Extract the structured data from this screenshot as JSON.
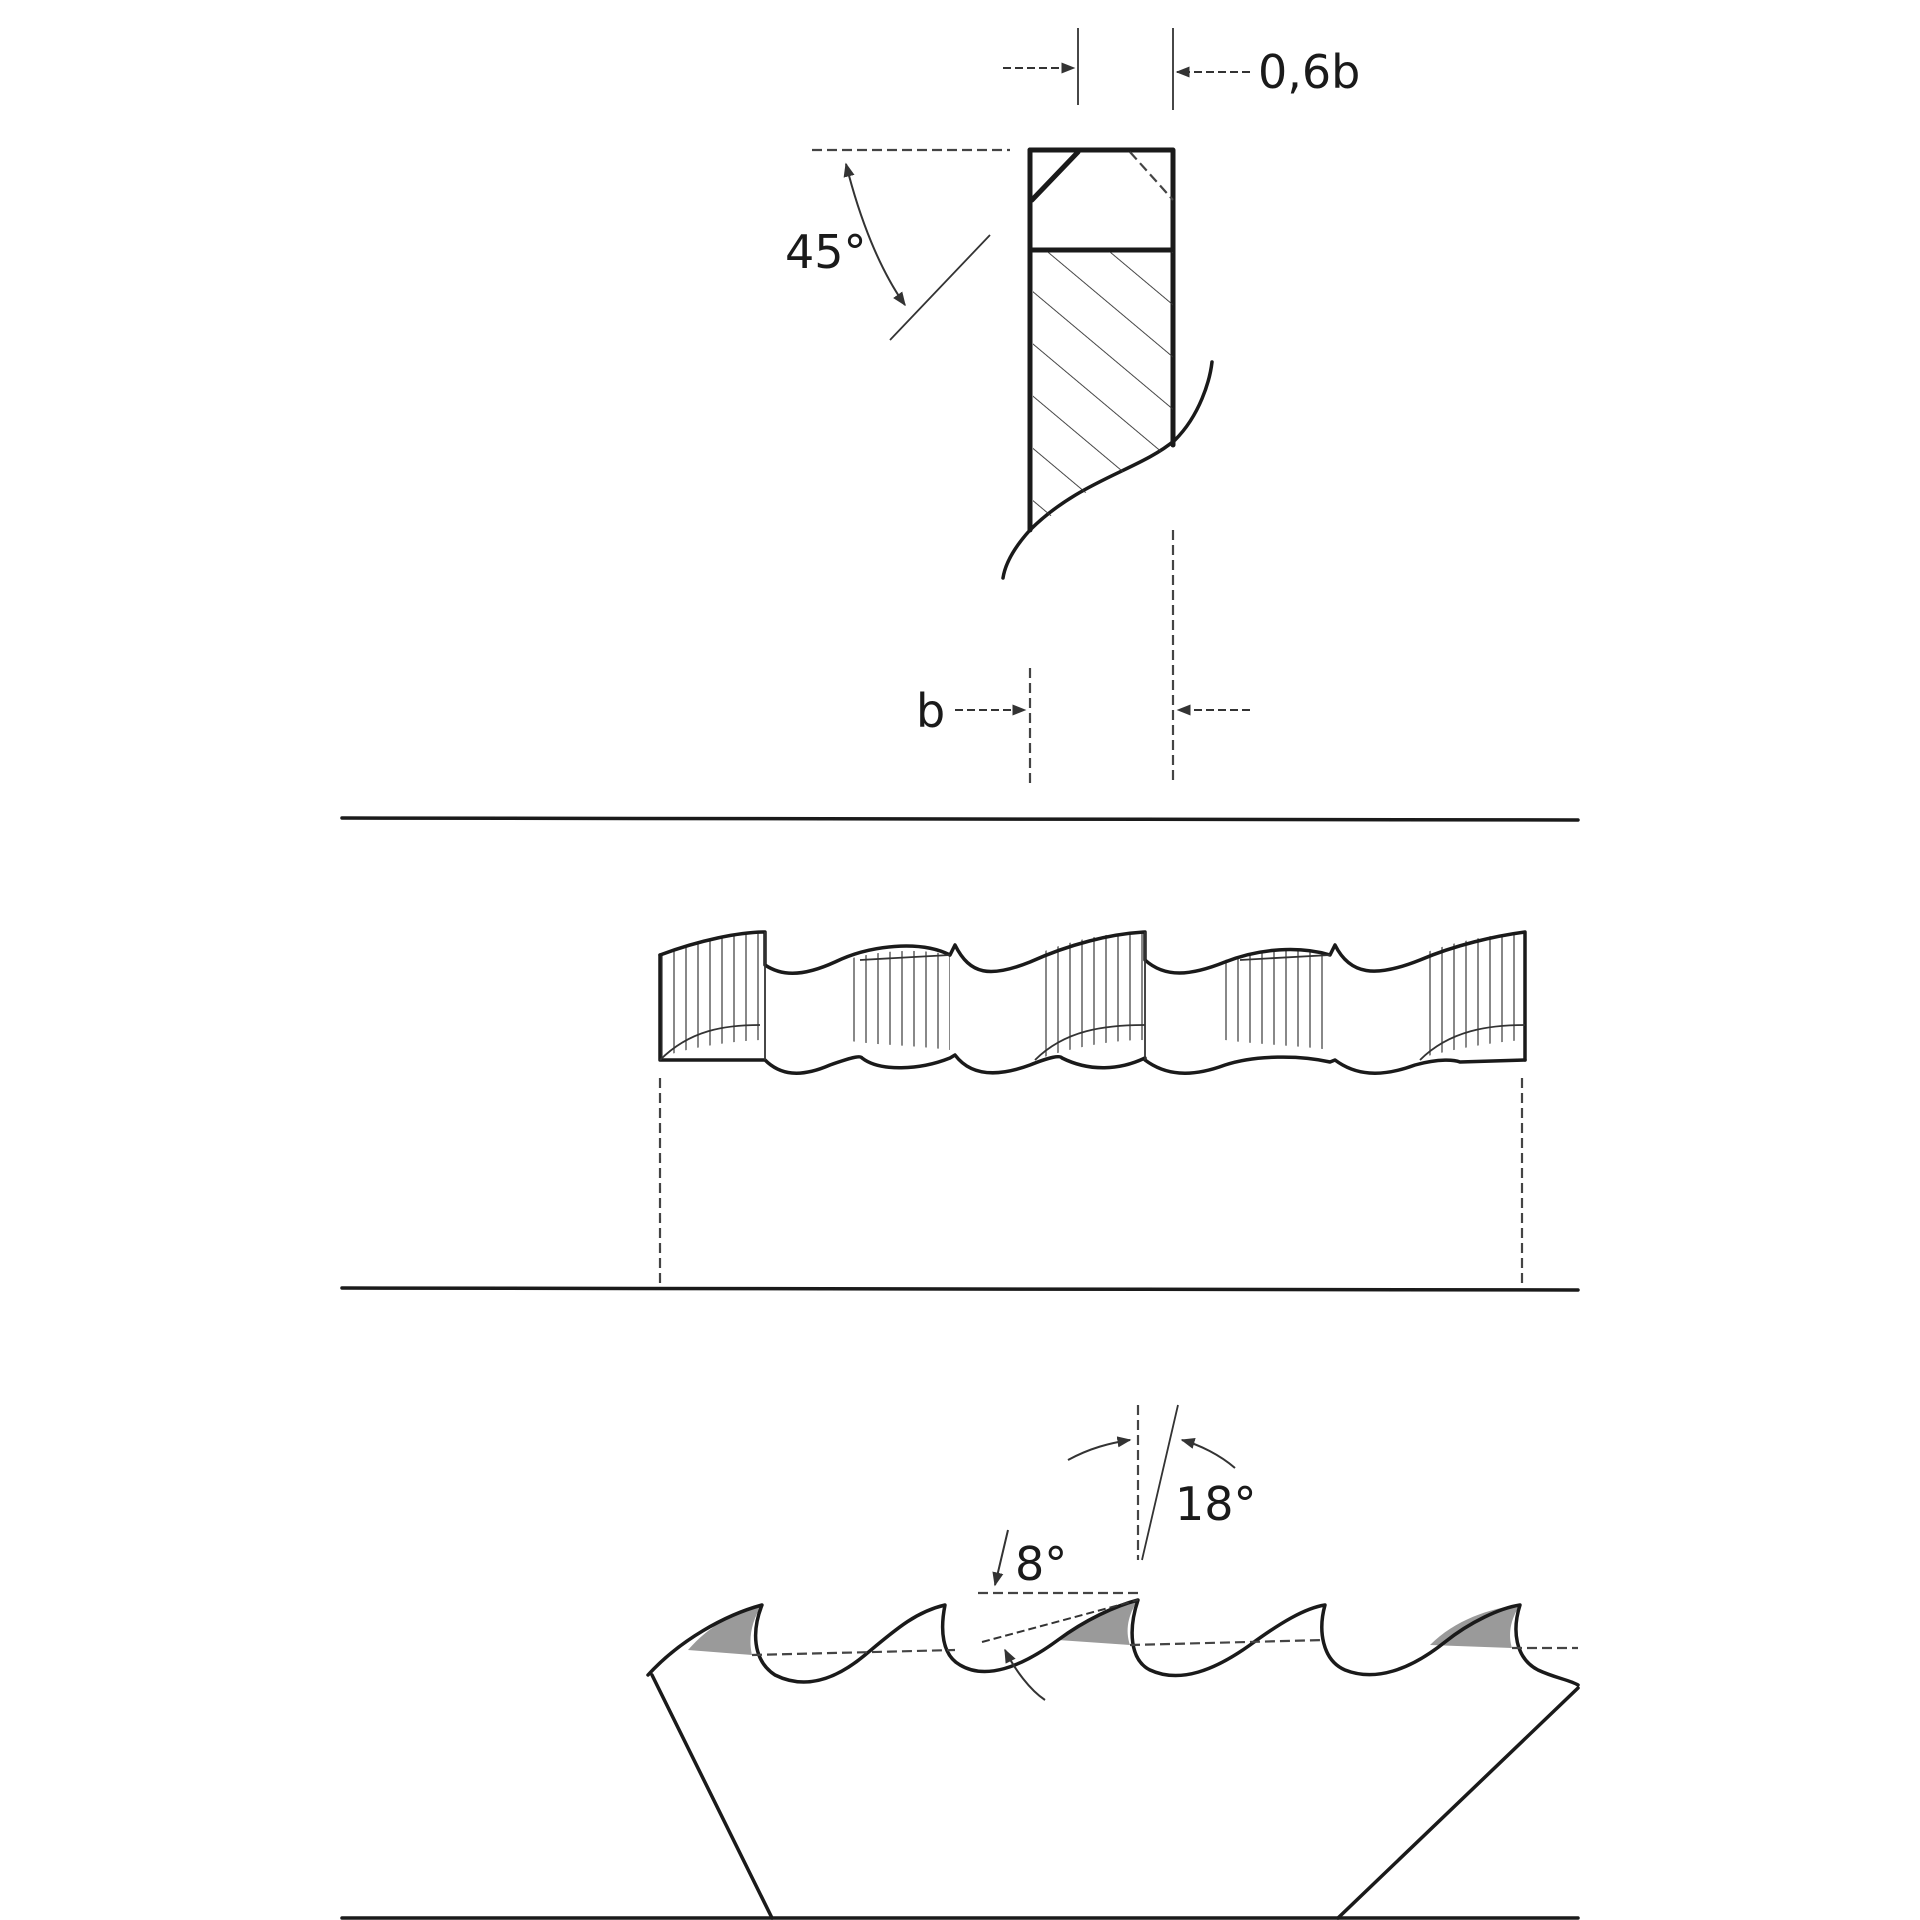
{
  "labels": {
    "offset": "0,6b",
    "angle_top": "45°",
    "width": "b",
    "angle_small": "8°",
    "angle_large": "18°"
  },
  "colors": {
    "line": "#1a1a1a",
    "shading": "#9a9a9a",
    "background": "#ffffff"
  }
}
